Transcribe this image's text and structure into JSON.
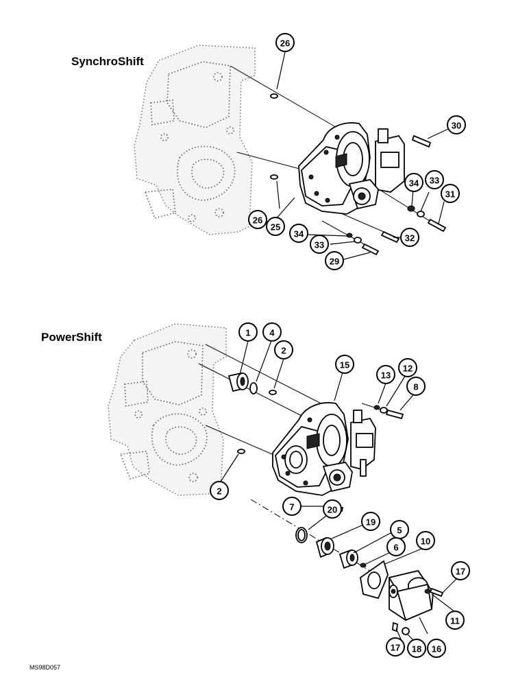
{
  "sections": {
    "synchro": {
      "title": "SynchroShift"
    },
    "power": {
      "title": "PowerShift"
    }
  },
  "figure_code": "MS98D057",
  "callouts": {
    "synchro": [
      "26",
      "30",
      "34",
      "33",
      "31",
      "26",
      "25",
      "34",
      "32",
      "33",
      "29"
    ],
    "power": [
      "1",
      "4",
      "2",
      "15",
      "13",
      "12",
      "8",
      "2",
      "7",
      "20",
      "19",
      "5",
      "6",
      "10",
      "17",
      "11",
      "17",
      "18",
      "16"
    ]
  }
}
